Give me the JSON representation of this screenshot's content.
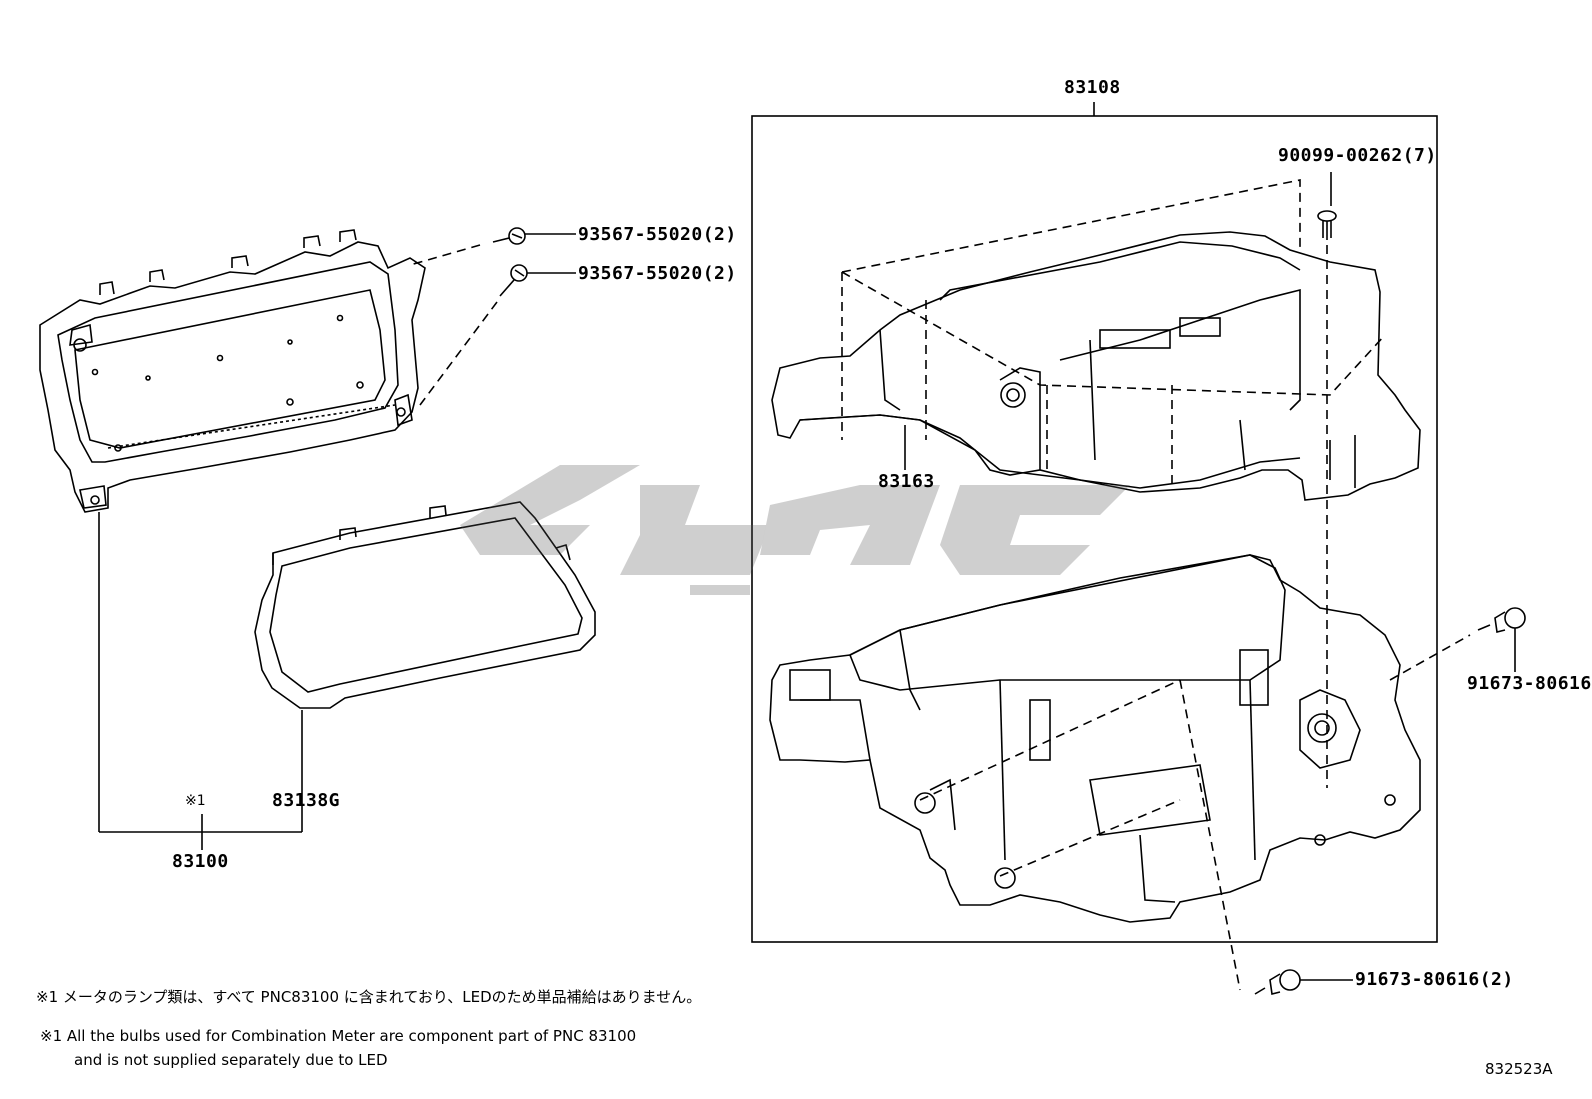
{
  "parts": {
    "p83108": "83108",
    "p90099": "90099-00262(7)",
    "p93567_a": "93567-55020(2)",
    "p93567_b": "93567-55020(2)",
    "p83163": "83163",
    "p91673_a": "91673-80616",
    "p91673_b": "91673-80616(2)",
    "p83138G": "83138G",
    "p83100": "83100",
    "ref_mark": "※1"
  },
  "notes": {
    "jp": "※1 メータのランプ類は、すべて PNC83100 に含まれており、LEDのため単品補給はありません。",
    "en_line1": "※1 All the bulbs used for Combination Meter are component part of PNC 83100",
    "en_line2": "and is not supplied separately due to LED"
  },
  "diagram_ref": "832523A"
}
